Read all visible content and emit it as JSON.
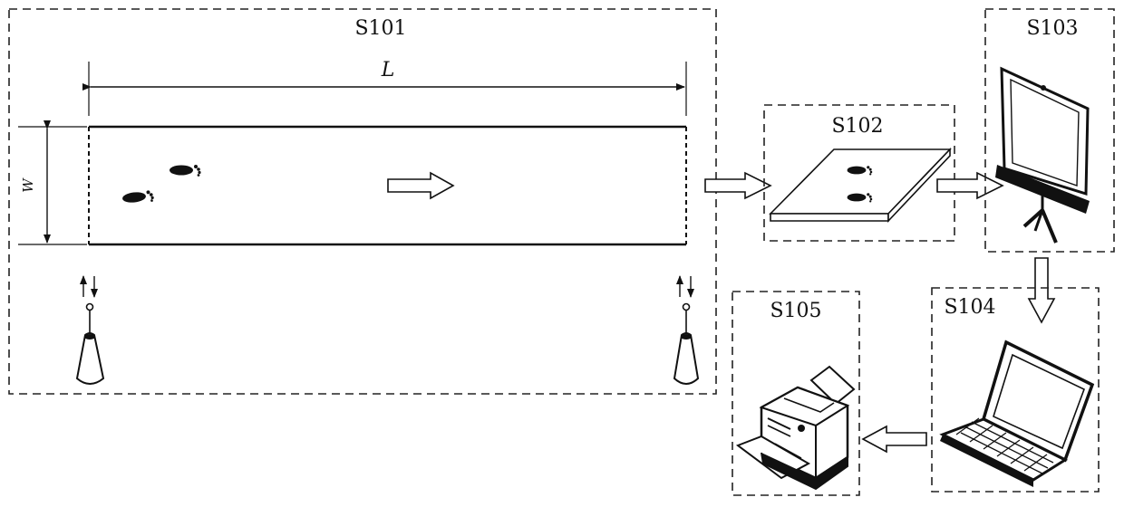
{
  "steps": {
    "s101": "S101",
    "s102": "S102",
    "s103": "S103",
    "s104": "S104",
    "s105": "S105"
  },
  "dimensions": {
    "length": "L",
    "width": "W"
  },
  "icons": {
    "walkway": "walkway-icon",
    "footprints": "footprints-icon",
    "antenna": "wireless-antenna-icon",
    "pressure_plate": "pressure-plate-icon",
    "projector_screen": "projector-screen-icon",
    "laptop": "laptop-icon",
    "printer": "printer-icon",
    "flow_arrow": "hollow-arrow-icon"
  }
}
